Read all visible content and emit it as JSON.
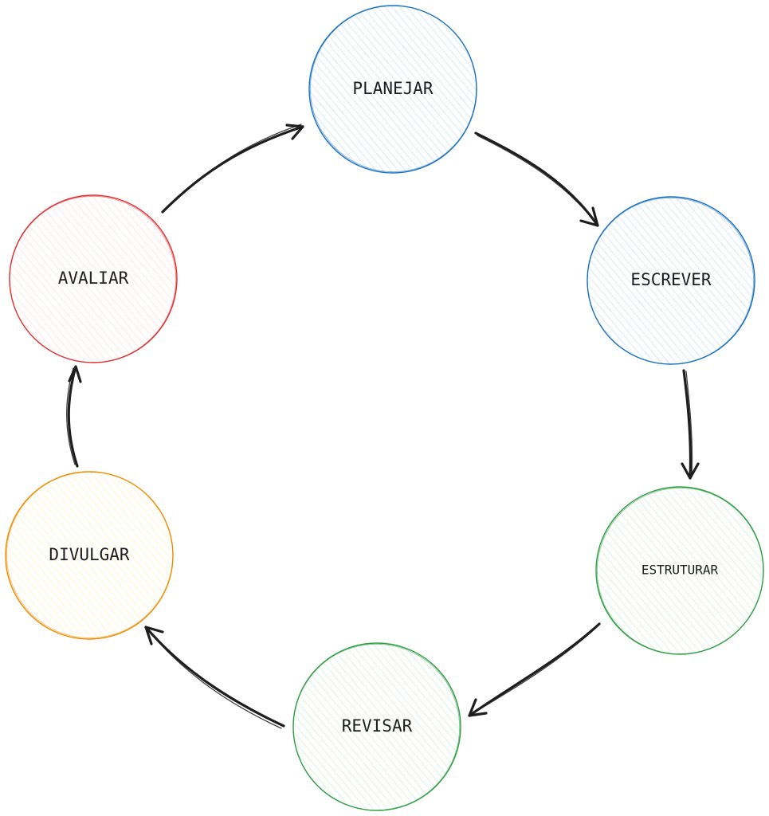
{
  "diagram": {
    "nodes": [
      {
        "id": "planejar",
        "label": "PLANEJAR",
        "stroke": "#1971c2",
        "fill": "#a5d8ff"
      },
      {
        "id": "escrever",
        "label": "ESCREVER",
        "stroke": "#1971c2",
        "fill": "#a5d8ff"
      },
      {
        "id": "estruturar",
        "label": "ESTRUTURAR",
        "stroke": "#2f9e44",
        "fill": "#b2f2bb"
      },
      {
        "id": "revisar",
        "label": "REVISAR",
        "stroke": "#2f9e44",
        "fill": "#b2f2bb"
      },
      {
        "id": "divulgar",
        "label": "DIVULGAR",
        "stroke": "#f08c00",
        "fill": "#ffec99"
      },
      {
        "id": "avaliar",
        "label": "AVALIAR",
        "stroke": "#e03131",
        "fill": "#ffc9c9"
      }
    ],
    "edges": [
      {
        "from": "planejar",
        "to": "escrever"
      },
      {
        "from": "escrever",
        "to": "estruturar"
      },
      {
        "from": "estruturar",
        "to": "revisar"
      },
      {
        "from": "revisar",
        "to": "divulgar"
      },
      {
        "from": "divulgar",
        "to": "avaliar"
      },
      {
        "from": "avaliar",
        "to": "planejar"
      }
    ]
  }
}
